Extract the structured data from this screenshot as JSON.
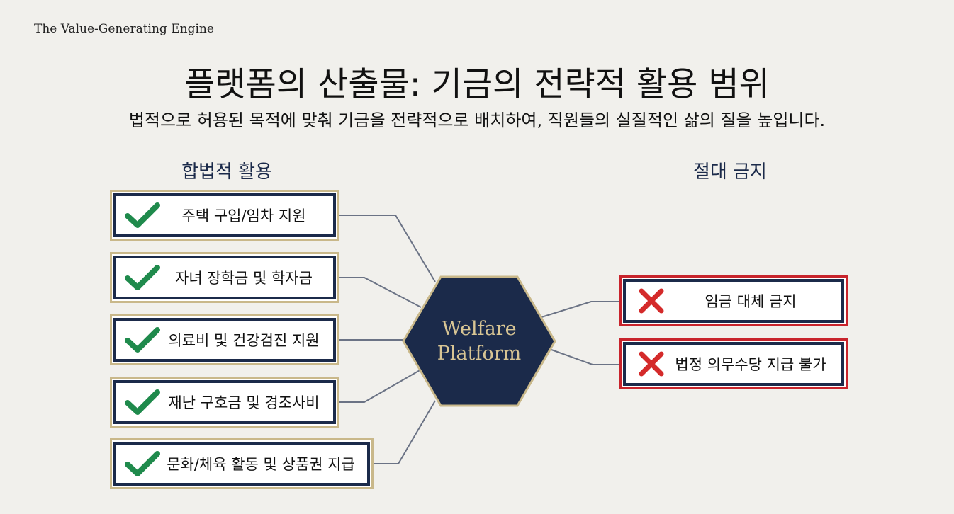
{
  "header": {
    "brand": "The Value-Generating Engine",
    "title": "플랫폼의 산출물: 기금의 전략적 활용 범위",
    "subtitle": "법적으로 허용된 목적에 맞춰 기금을 전략적으로 배치하여, 직원들의 실질적인 삶의 질을 높입니다."
  },
  "left": {
    "heading": "합법적 활용",
    "items": [
      {
        "label": "주택 구입/임차 지원",
        "icon": "check-icon"
      },
      {
        "label": "자녀 장학금 및 학자금",
        "icon": "check-icon"
      },
      {
        "label": "의료비 및 건강검진 지원",
        "icon": "check-icon"
      },
      {
        "label": "재난 구호금 및 경조사비",
        "icon": "check-icon"
      },
      {
        "label": "문화/체육 활동 및 상품권 지급",
        "icon": "check-icon"
      }
    ]
  },
  "center": {
    "line1": "Welfare",
    "line2": "Platform"
  },
  "right": {
    "heading": "절대 금지",
    "items": [
      {
        "label": "임금 대체 금지",
        "icon": "cross-icon"
      },
      {
        "label": "법정 의무수당 지급 불가",
        "icon": "cross-icon"
      }
    ]
  },
  "colors": {
    "navy": "#1b2a4a",
    "gold": "#c9b88a",
    "check_green": "#1f8a4c",
    "cross_red": "#d42a2a",
    "background": "#f1f0ec"
  }
}
